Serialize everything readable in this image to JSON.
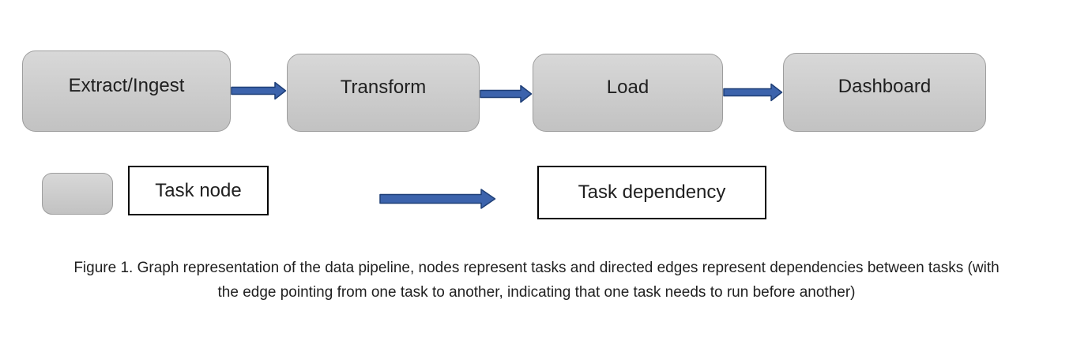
{
  "figure": {
    "nodes": [
      {
        "label": "Extract/Ingest"
      },
      {
        "label": "Transform"
      },
      {
        "label": "Load"
      },
      {
        "label": "Dashboard"
      }
    ],
    "legend": {
      "task_node_label": "Task node",
      "task_dependency_label": "Task dependency"
    },
    "caption": {
      "line1": "Figure 1. Graph representation of the data pipeline, nodes represent tasks and directed edges represent dependencies between tasks (with",
      "line2": "the edge pointing from one task to another, indicating that one task needs to run before another)"
    },
    "colors": {
      "node_fill_top": "#d8d8d8",
      "node_fill_bottom": "#c2c2c2",
      "node_border": "#9d9d9d",
      "arrow_fill": "#3c63ac",
      "arrow_border": "#1f3f77",
      "legend_box_border": "#000000",
      "text": "#1f1f1f"
    }
  }
}
